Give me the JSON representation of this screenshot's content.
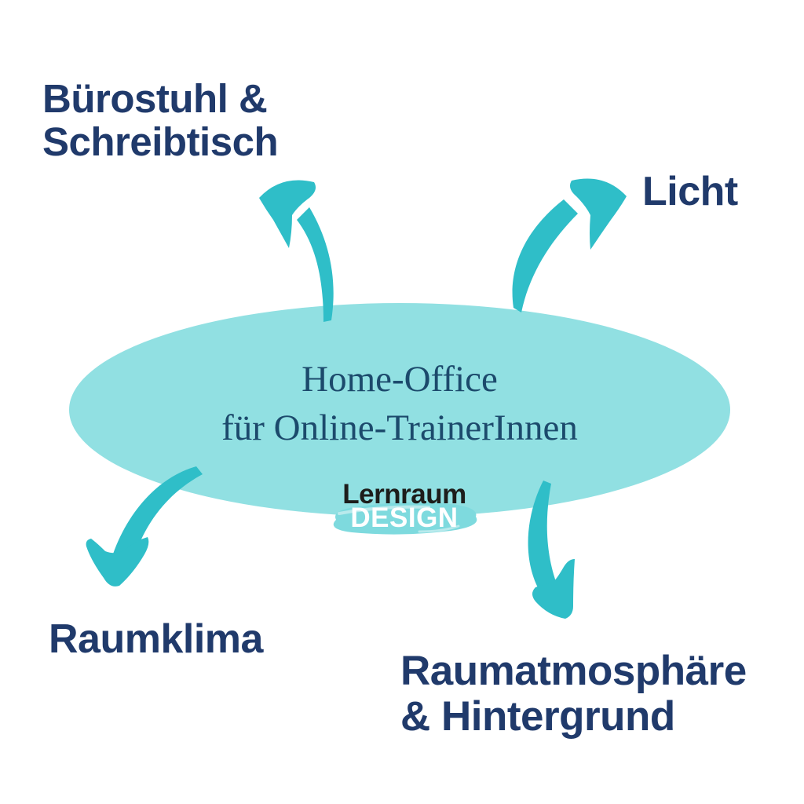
{
  "diagram": {
    "center": {
      "line1": "Home-Office",
      "line2": "für Online-TrainerInnen"
    },
    "logo": {
      "line1": "Lernraum",
      "line2": "DESIGN"
    },
    "labels": {
      "top_left": {
        "line1": "Bürostuhl &",
        "line2": "Schreibtisch"
      },
      "top_right": {
        "text": "Licht"
      },
      "bottom_left": {
        "text": "Raumklima"
      },
      "bottom_right": {
        "line1": "Raumatmosphäre",
        "line2": "& Hintergrund"
      }
    },
    "arrows": [
      "arrow-to-buerostuhl-schreibtisch",
      "arrow-to-licht",
      "arrow-to-raumklima",
      "arrow-to-raumatmosphaere-hintergrund"
    ],
    "colors": {
      "background": "#ffffff",
      "ellipse": "#91e0e2",
      "arrow": "#2fbec8",
      "label_text": "#203a6b",
      "center_text": "#1c4a6c",
      "logo_text": "#1d1d1b",
      "logo_design_text": "#ffffff",
      "logo_brush": "#7edade",
      "logo_brush_light": "#b9eaec"
    }
  }
}
